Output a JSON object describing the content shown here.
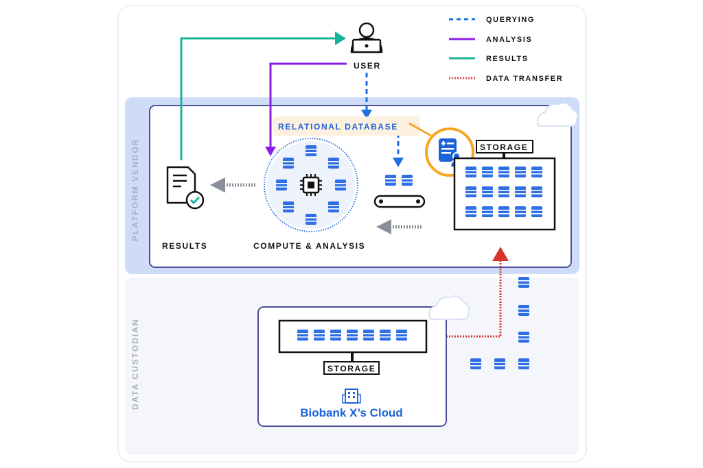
{
  "legend": {
    "querying": "QUERYING",
    "analysis": "ANALYSIS",
    "results": "RESULTS",
    "data_transfer": "DATA TRANSFER"
  },
  "colors": {
    "querying": "#1e6fe0",
    "analysis": "#8a1ee6",
    "results": "#17b39a",
    "data_transfer": "#d9342b",
    "vendor_band": "#cfdcf8",
    "custodian_band": "#f4f6fb",
    "db_icon": "#2f6fe4",
    "highlight": "#f5a623",
    "brand_blue": "#1d63d8"
  },
  "sections": {
    "platform_vendor": "PLATFORM VENDOR",
    "data_custodian": "DATA CUSTODIAN"
  },
  "nodes": {
    "user": "USER",
    "relational_database": "RELATIONAL DATABASE",
    "storage_vendor": "STORAGE",
    "results": "RESULTS",
    "compute": "COMPUTE & ANALYSIS",
    "storage_custodian": "STORAGE",
    "biobank": "Biobank X’s Cloud"
  },
  "icons": [
    "user-laptop-icon",
    "cloud-icon",
    "document-check-icon",
    "cpu-chip-icon",
    "database-icon",
    "conveyor-icon",
    "record-user-icon",
    "building-icon"
  ]
}
